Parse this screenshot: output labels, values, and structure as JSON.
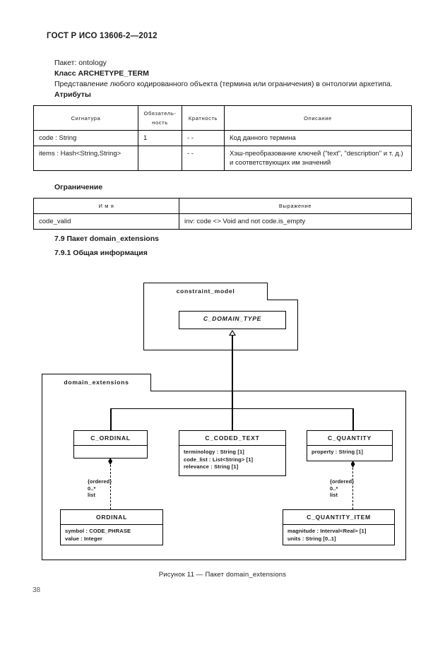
{
  "header": {
    "standard_title": "ГОСТ Р ИСО 13606-2—2012"
  },
  "intro": {
    "package_line": "Пакет: ontology",
    "class_line": "Класс ARCHETYPE_TERM",
    "description": "Представление любого кодированного объекта (термина или ограничения) в онтологии архетипа.",
    "attributes_label": "Атрибуты"
  },
  "attributes_table": {
    "headers": [
      "Сигнатура",
      "Обязатель-ность",
      "Кратность",
      "Описание"
    ],
    "rows": [
      {
        "signature": "code : String",
        "mandatory": "1",
        "cardinality": "- -",
        "description": "Код данного термина"
      },
      {
        "signature": "items :  Hash<String,String>",
        "mandatory": "",
        "cardinality": "- -",
        "description": "Хэш-преобразование ключей (\"text\", \"description\" и т. д.) и соответствующих им значений"
      }
    ]
  },
  "constraint_section": {
    "label": "Ограничение",
    "headers": [
      "И м я",
      "Выражение"
    ],
    "rows": [
      {
        "name": "code_valid",
        "expression": "inv: code <> Void and not code.is_empty"
      }
    ]
  },
  "sections": {
    "s79": "7.9 Пакет domain_extensions",
    "s791": "7.9.1 Общая информация"
  },
  "diagram": {
    "packages": {
      "constraint_model": "constraint_model",
      "domain_extensions": "domain_extensions"
    },
    "classes": {
      "c_domain_type": {
        "name": "C_DOMAIN_TYPE",
        "abstract": true
      },
      "c_ordinal": {
        "name": "C_ORDINAL",
        "attributes": []
      },
      "c_coded_text": {
        "name": "C_CODED_TEXT",
        "attributes": [
          "terminology : String [1]",
          "code_list : List<String> [1]",
          "relevance : String [1]"
        ]
      },
      "c_quantity": {
        "name": "C_QUANTITY",
        "attributes": [
          "property : String [1]"
        ]
      },
      "ordinal": {
        "name": "ORDINAL",
        "attributes": [
          "symbol : CODE_PHRASE",
          "value : Integer"
        ]
      },
      "c_quantity_item": {
        "name": "C_QUANTITY_ITEM",
        "attributes": [
          "magnitude : Interval<Real> [1]",
          "units : String [0..1]"
        ]
      }
    },
    "associations": {
      "ordinal_list": {
        "constraint": "{ordered}",
        "multiplicity": "0..*",
        "role": "list"
      },
      "quantity_list": {
        "constraint": "{ordered}",
        "multiplicity": "0..*",
        "role": "list"
      }
    }
  },
  "caption": "Рисунок 11 — Пакет domain_extensions",
  "folio": "38"
}
